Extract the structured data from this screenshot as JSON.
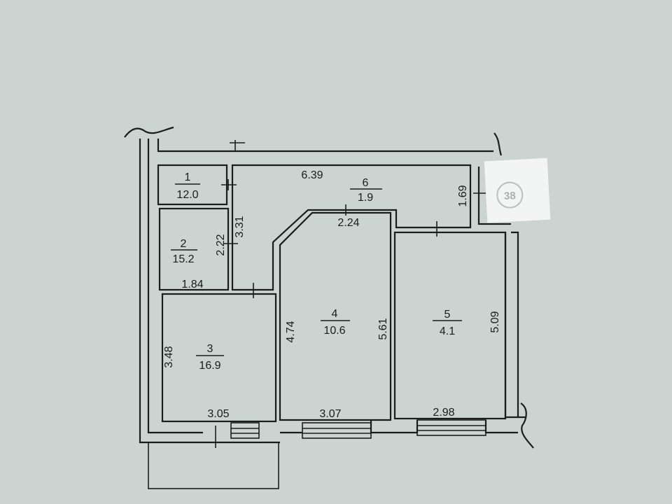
{
  "colors": {
    "paper": "#cbd4d0",
    "ink": "#1b1d1d",
    "sticker": "#f3f5f4"
  },
  "rooms": [
    {
      "number": "1",
      "area": "12.0"
    },
    {
      "number": "2",
      "area": "15.2"
    },
    {
      "number": "3",
      "area": "16.9"
    },
    {
      "number": "4",
      "area": "10.6"
    },
    {
      "number": "5",
      "area": "4.1"
    },
    {
      "number": "6",
      "area": "1.9"
    }
  ],
  "dimensions": {
    "room1_width": "6.39",
    "room1_depth": "1.69",
    "room1_passage": "2.24",
    "room1_height": "3.31",
    "room2_depth": "5.09",
    "room2_width": "2.98",
    "room3_left": "4.74",
    "room3_right": "5.61",
    "room3_width": "3.07",
    "room4_depth": "3.48",
    "room4_width": "3.05",
    "room5_depth": "2.22",
    "room5_width": "1.84"
  },
  "sticker": {
    "label": "38"
  }
}
